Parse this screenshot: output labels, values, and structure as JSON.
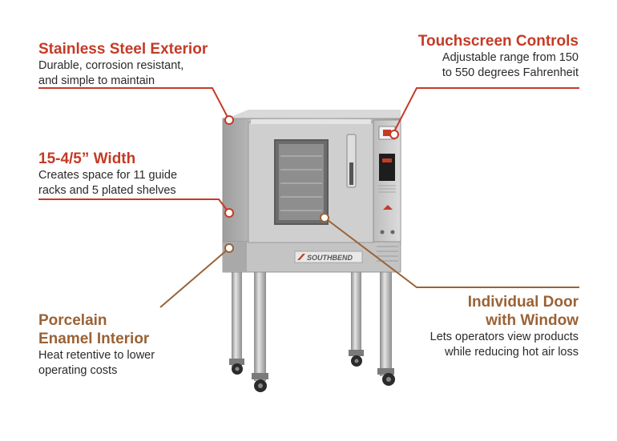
{
  "brand": "SOUTHBEND",
  "colors": {
    "red_accent": "#c43b26",
    "brown_accent": "#9a6236",
    "steel": "#b9b9b9"
  },
  "callouts": {
    "exterior": {
      "title": "Stainless Steel Exterior",
      "line1": "Durable, corrosion resistant,",
      "line2": "and simple to maintain"
    },
    "width": {
      "title": "15-4/5” Width",
      "line1": "Creates space for 11 guide",
      "line2": "racks and 5 plated shelves"
    },
    "interior": {
      "title1": "Porcelain",
      "title2": "Enamel Interior",
      "line1": "Heat retentive to lower",
      "line2": "operating costs"
    },
    "controls": {
      "title": "Touchscreen Controls",
      "line1": "Adjustable range from 150",
      "line2": "to 550 degrees Fahrenheit"
    },
    "door": {
      "title1": "Individual Door",
      "title2": "with Window",
      "line1": "Lets operators view products",
      "line2": "while reducing hot air loss"
    }
  }
}
